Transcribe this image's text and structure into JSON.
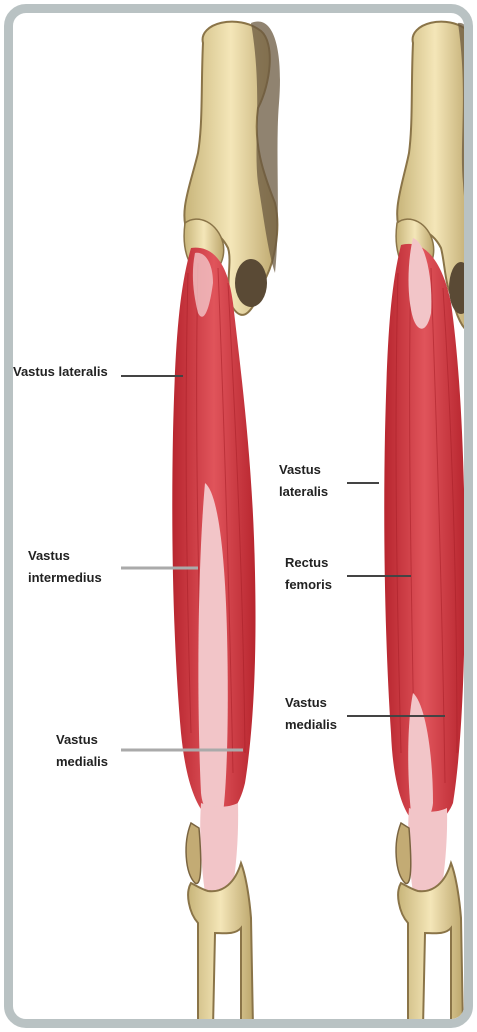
{
  "labels": {
    "left": {
      "vastus_lateralis": "Vastus lateralis",
      "vastus_intermedius_line1": "Vastus",
      "vastus_intermedius_line2": "intermedius",
      "vastus_medialis_line1": "Vastus",
      "vastus_medialis_line2": "medialis"
    },
    "right": {
      "vastus_lateralis_line1": "Vastus",
      "vastus_lateralis_line2": "lateralis",
      "rectus_femoris_line1": "Rectus",
      "rectus_femoris_line2": "femoris",
      "vastus_medialis_line1": "Vastus",
      "vastus_medialis_line2": "medialis"
    }
  },
  "colors": {
    "muscle": "#d8434a",
    "muscle_dark": "#b8262f",
    "tendon": "#f2c5c8",
    "bone": "#ead9a6",
    "bone_shadow": "#6b5a40",
    "frame": "#b9c2c3",
    "leader_dark": "#444444",
    "leader_light": "#aaaaaa"
  }
}
